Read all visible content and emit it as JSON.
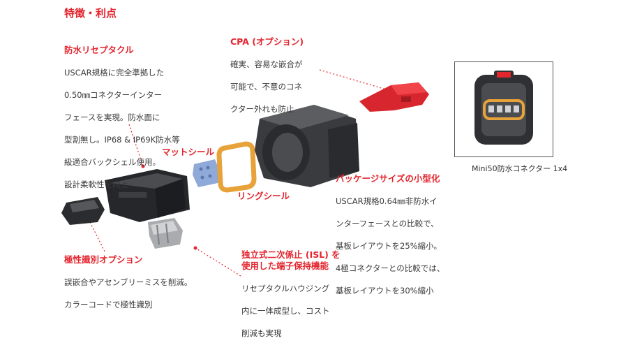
{
  "page": {
    "title": "特徴・利点"
  },
  "features": {
    "receptacle": {
      "heading": "防水リセプタクル",
      "lines": [
        "USCAR規格に完全準拠した",
        "0.50㎜コネクターインター",
        "フェースを実現。防水面に",
        "型割無し。IP68 & IP69K防水等",
        "級適合バックシェル使用。",
        "設計柔軟性を向上"
      ]
    },
    "cpa": {
      "heading": "CPA (オプション)",
      "lines": [
        "確実、容易な嵌合が",
        "可能で、不意のコネ",
        "クター外れも防止"
      ]
    },
    "mat_seal": {
      "label": "マットシール"
    },
    "ring_seal": {
      "label": "リングシール"
    },
    "package": {
      "heading": "パッケージサイズの小型化",
      "lines": [
        "USCAR規格0.64㎜非防水イ",
        "ンターフェースとの比較で、",
        "基板レイアウトを25%縮小。",
        "4極コネクターとの比較では、",
        "基板レイアウトを30%縮小"
      ]
    },
    "polarity": {
      "heading": "極性識別オプション",
      "lines": [
        "誤嵌合やアセンブリーミスを削減。",
        "カラーコードで極性識別"
      ]
    },
    "isl": {
      "heading_lines": [
        "独立式二次係止 (ISL) を",
        "使用した端子保持機能"
      ],
      "lines": [
        "リセプタクルハウジング",
        "内に一体成型し、コスト",
        "削減も実現"
      ]
    }
  },
  "inset": {
    "caption": "Mini50防水コネクター 1x4"
  },
  "colors": {
    "accent": "#e3262e",
    "seal_orange": "#e8a23a",
    "seal_blue": "#8fa9d8",
    "housing_dark": "#3a3b3e"
  }
}
